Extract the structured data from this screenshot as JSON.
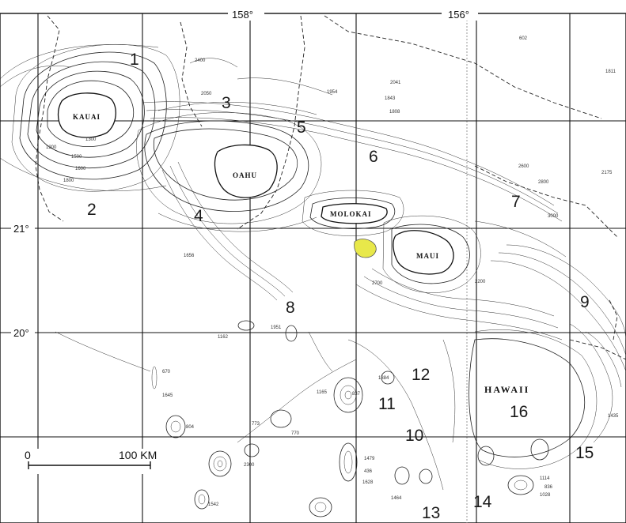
{
  "map": {
    "longitude_labels": [
      "158°",
      "156°"
    ],
    "latitude_labels": [
      "21°",
      "20°"
    ],
    "islands": [
      {
        "id": "kauai",
        "name": "KAUAI"
      },
      {
        "id": "oahu",
        "name": "OAHU"
      },
      {
        "id": "molokai",
        "name": "MOLOKAI"
      },
      {
        "id": "maui",
        "name": "MAUI"
      },
      {
        "id": "hawaii",
        "name": "HAWAII"
      }
    ],
    "regions": [
      "1",
      "2",
      "3",
      "4",
      "5",
      "6",
      "7",
      "8",
      "9",
      "10",
      "11",
      "12",
      "13",
      "14",
      "15",
      "16"
    ],
    "scale_bar": {
      "start": "0",
      "end": "100 KM"
    },
    "highlight_color": "#e8e84a",
    "depth_labels": [
      "2400",
      "2050",
      "2041",
      "1843",
      "1808",
      "1954",
      "602",
      "2175",
      "3000",
      "1811",
      "1656",
      "1951",
      "1162",
      "670",
      "1645",
      "804",
      "773",
      "770",
      "837",
      "1165",
      "1384",
      "436",
      "1479",
      "1628",
      "1464",
      "1114",
      "1028",
      "836",
      "1435",
      "1542",
      "1300",
      "1200",
      "1500",
      "1600",
      "1800",
      "2700",
      "2600",
      "2800",
      "2300",
      "2200"
    ]
  }
}
